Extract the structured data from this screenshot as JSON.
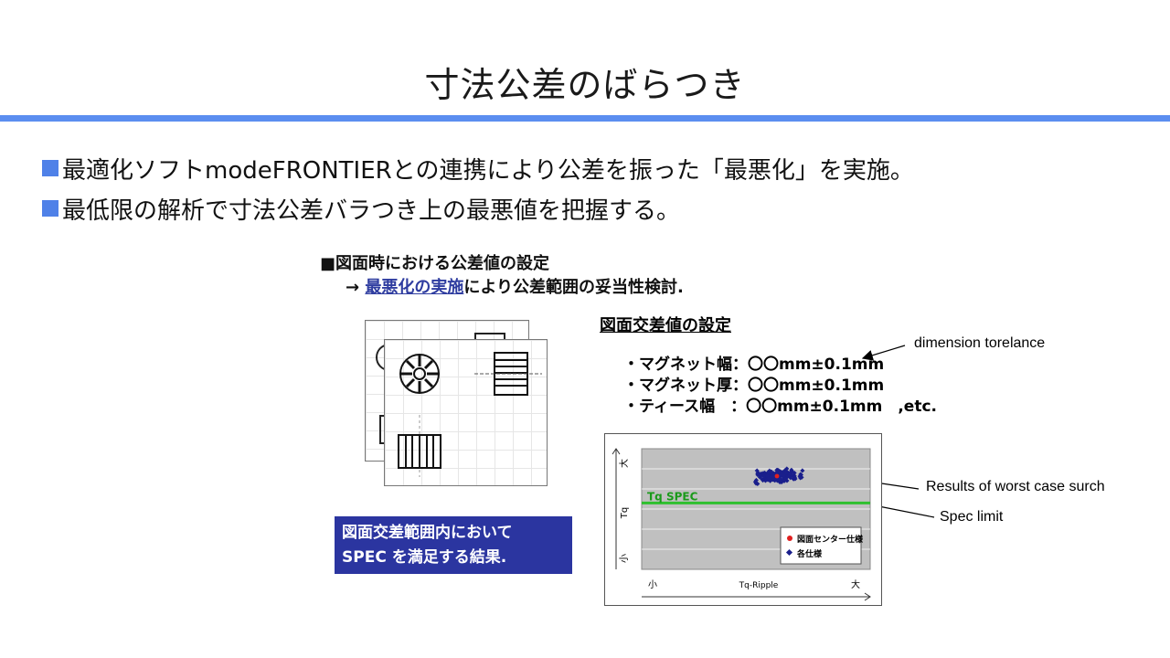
{
  "slide": {
    "title": "寸法公差のばらつき",
    "bullets": [
      "最適化ソフトmodeFRONTIERとの連携により公差を振った「最悪化」を実施。",
      "最低限の解析で寸法公差バラつき上の最悪値を把握する。"
    ]
  },
  "figure": {
    "heading": "■図面時における公差値の設定",
    "sub_arrow": "→",
    "sub_link": "最悪化の実施",
    "sub_rest": "により公差範囲の妥当性検討.",
    "spec_title": "図面交差値の設定",
    "spec_lines": [
      "・マグネット幅：〇〇mm±0.1mm",
      "・マグネット厚：〇〇mm±0.1mm",
      "・ティース幅　：〇〇mm±0.1mm　,etc."
    ],
    "result_box": [
      "図面交差範囲内において",
      "SPEC を満足する結果."
    ]
  },
  "annotations": {
    "dimension": "dimension torelance",
    "worst_case": "Results of worst case surch",
    "spec_limit": "Spec limit"
  },
  "chart_data": {
    "type": "scatter",
    "xlabel": "Tq-Ripple",
    "x_min_label": "小",
    "x_max_label": "大",
    "ylabel": "Tq",
    "y_min_label": "小",
    "y_max_label": "大",
    "spec_label": "Tq SPEC",
    "spec_line_level": 0.45,
    "grid": true,
    "legend": [
      {
        "name": "図面センター仕様",
        "color": "#e02020",
        "marker": "circle"
      },
      {
        "name": "各仕様",
        "color": "#1a1f8c",
        "marker": "diamond"
      }
    ],
    "colors": {
      "plot_bg": "#c0c0c0",
      "spec_line": "#2ec02e",
      "spec_text": "#1a9a1a"
    }
  }
}
